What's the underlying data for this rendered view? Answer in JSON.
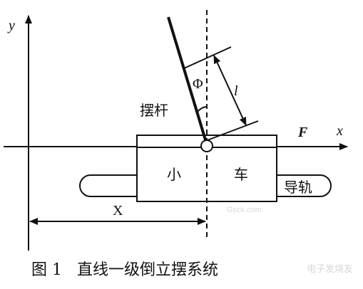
{
  "axes": {
    "y_label": "y",
    "x_label": "x"
  },
  "labels": {
    "force": "F",
    "pendulum": "摆杆",
    "angle": "Φ",
    "length": "l",
    "cart_left": "小",
    "cart_right": "车",
    "rail": "导轨",
    "position": "X"
  },
  "caption": "图 1   直线一级倒立摆系统",
  "watermarks": {
    "center": "Gsck.com",
    "bottom_right": "电子发烧友"
  }
}
